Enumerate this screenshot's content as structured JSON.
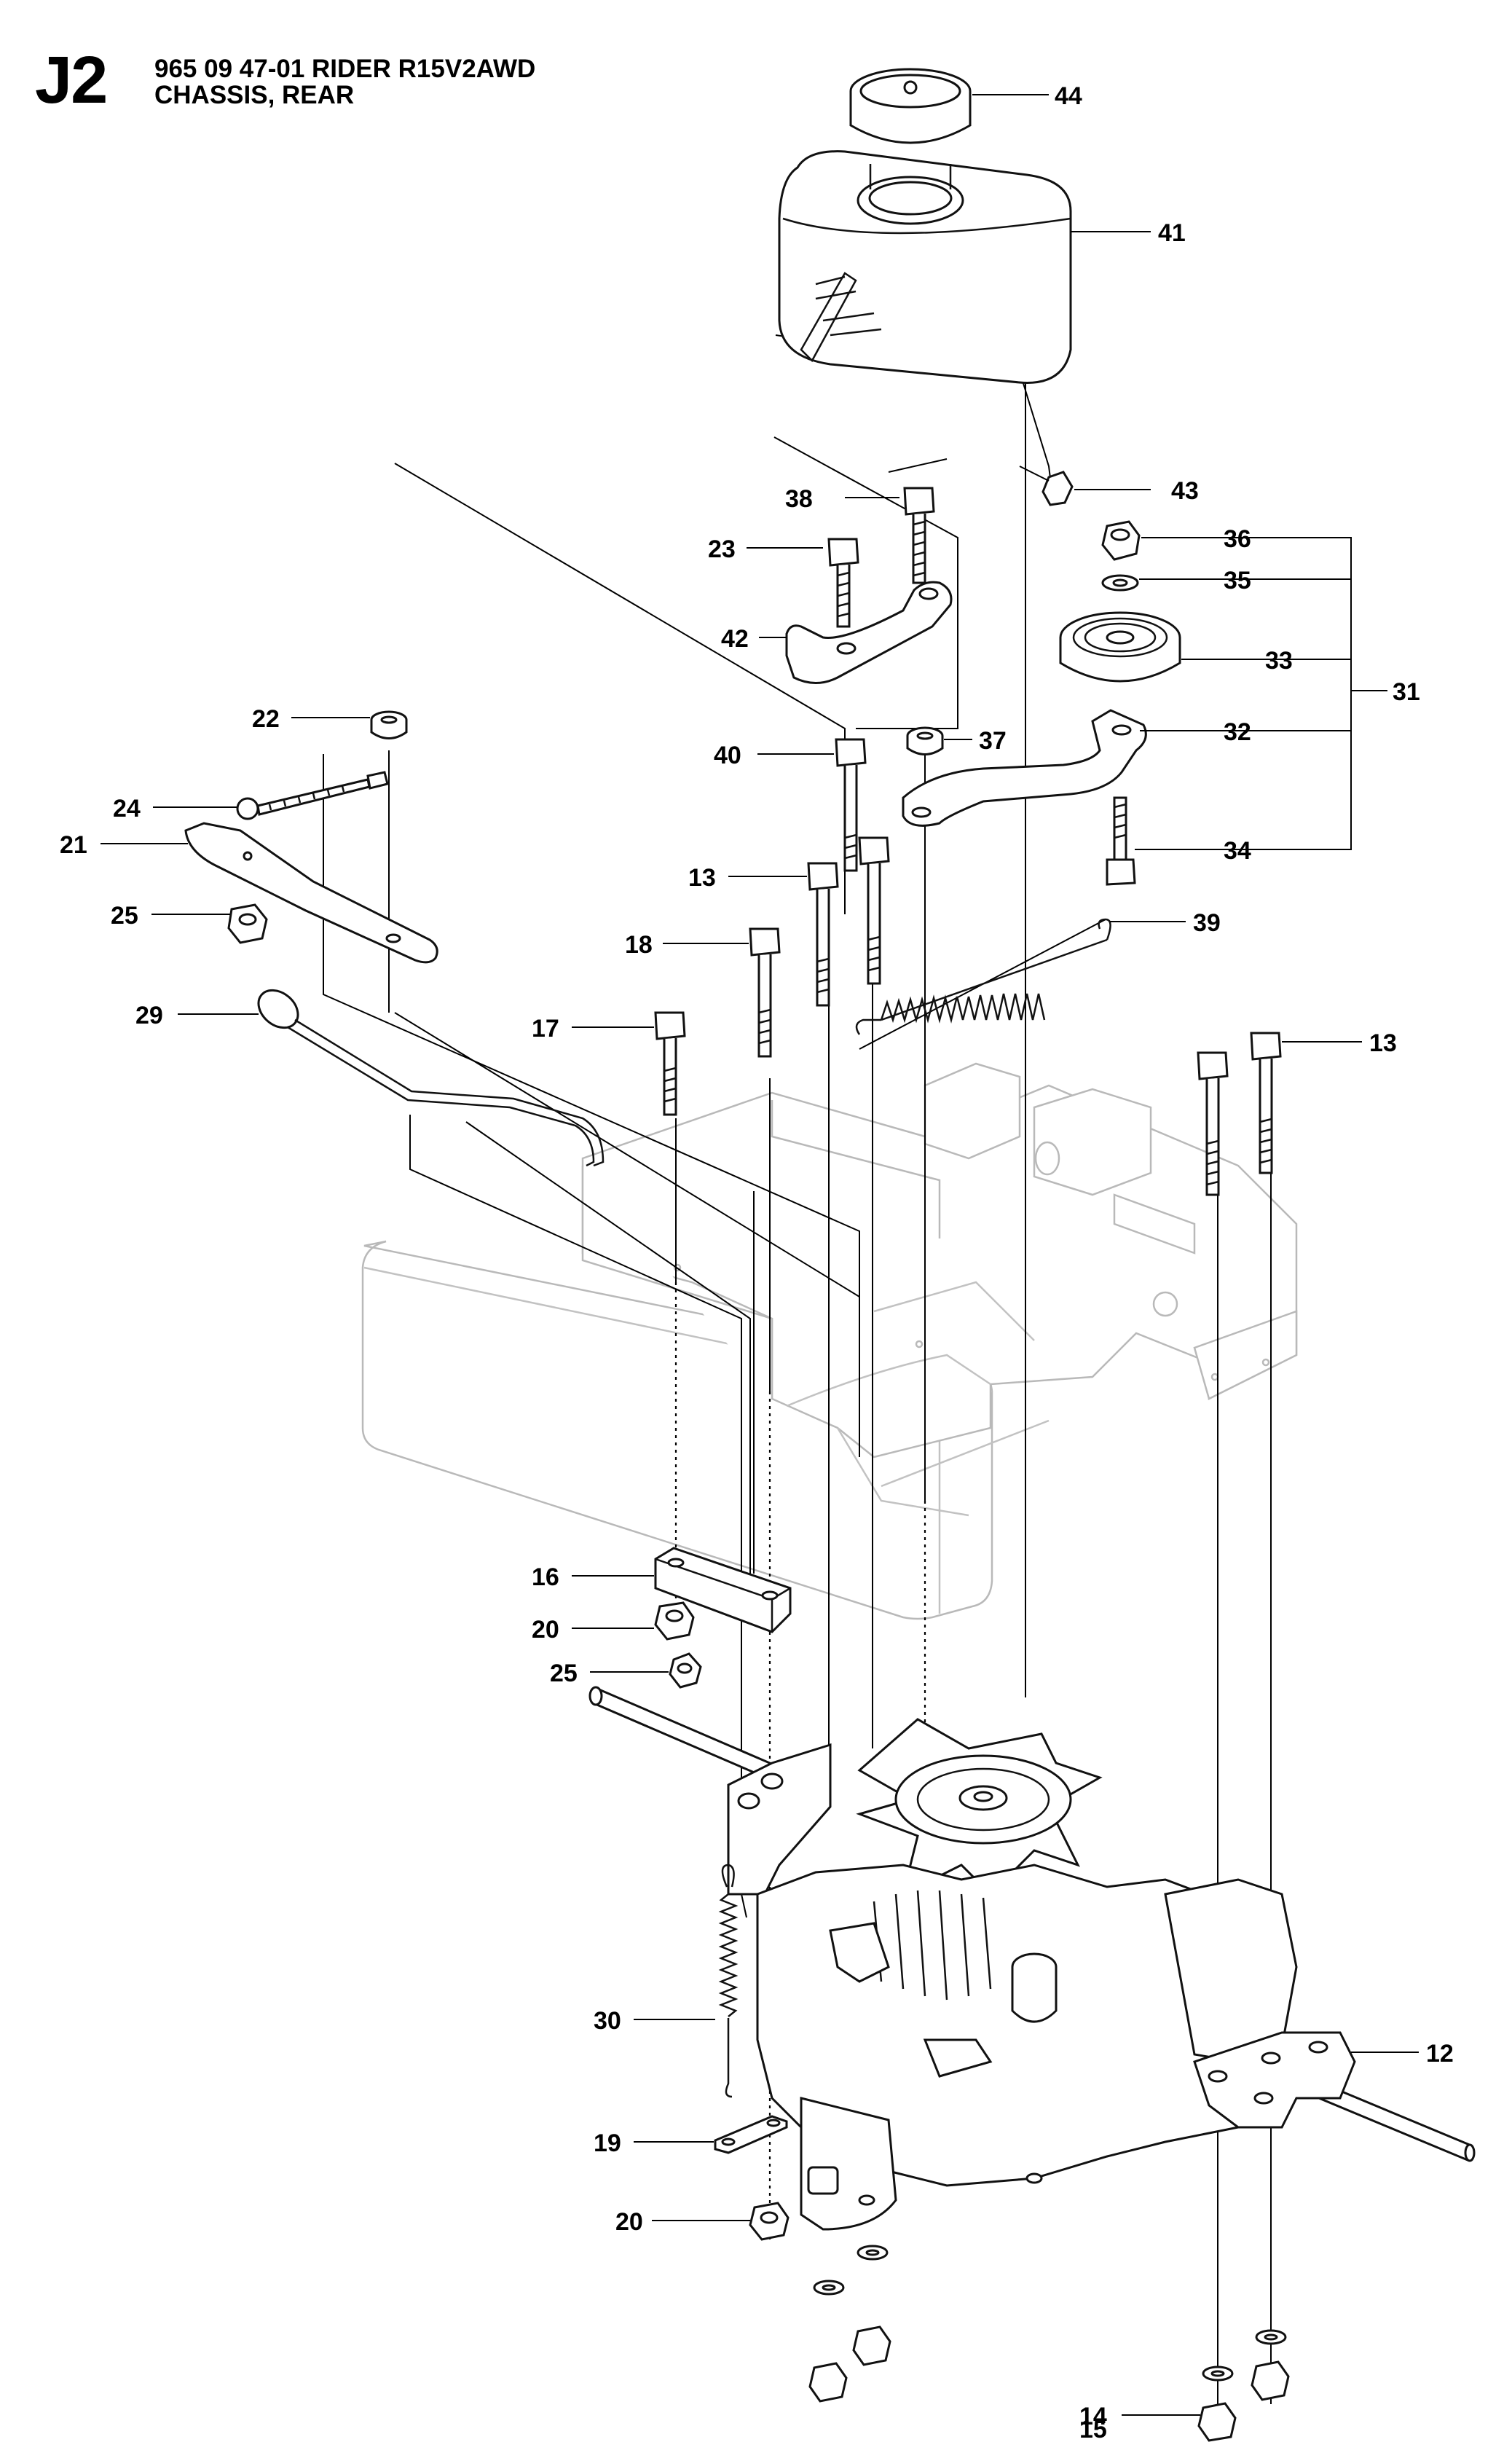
{
  "header": {
    "section_code": "J2",
    "line1": "965 09 47-01 RIDER R15V2AWD",
    "line2": "CHASSIS, REAR"
  },
  "callouts": [
    "44",
    "41",
    "43",
    "38",
    "23",
    "36",
    "35",
    "42",
    "33",
    "31",
    "22",
    "37",
    "32",
    "40",
    "24",
    "21",
    "34",
    "13",
    "39",
    "25",
    "18",
    "29",
    "17",
    "13",
    "16",
    "20",
    "25",
    "30",
    "12",
    "19",
    "20",
    "14",
    "15"
  ]
}
